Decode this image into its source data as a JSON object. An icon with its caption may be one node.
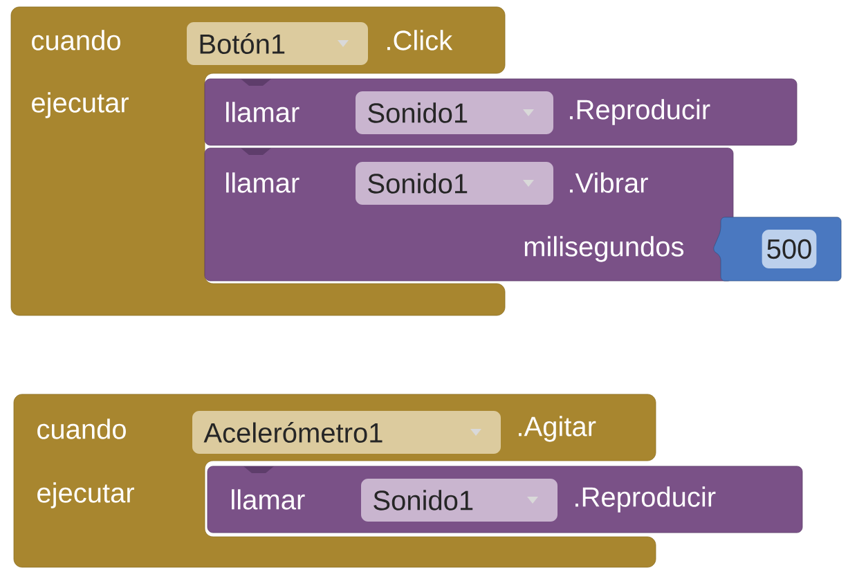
{
  "diagram": {
    "nodes": [
      {
        "text": [
          "cuando",
          ".Click",
          "ejecutar"
        ]
      },
      {
        "text": [
          "Botón1"
        ],
        "in": 0
      },
      {
        "text": [
          "llamar",
          ".Reproducir"
        ]
      },
      {
        "text": [
          "Sonido1"
        ],
        "in": 2
      },
      {
        "text": [
          "llamar",
          ".Vibrar",
          "milisegundos"
        ]
      },
      {
        "text": [
          "Sonido1"
        ],
        "in": 4
      },
      {
        "text": [
          "500"
        ]
      },
      {
        "text": [
          "cuando",
          ".Agitar",
          "ejecutar"
        ]
      },
      {
        "text": [
          "Acelerómetro1"
        ],
        "in": 7
      },
      {
        "text": [
          "llamar",
          ".Reproducir"
        ]
      },
      {
        "text": [
          "Sonido1"
        ],
        "in": 9
      }
    ]
  }
}
